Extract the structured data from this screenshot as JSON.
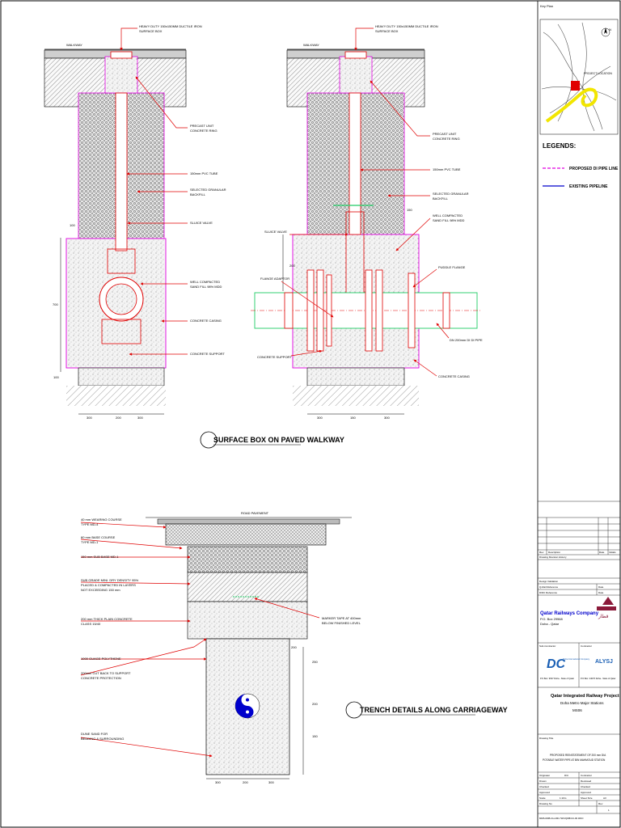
{
  "drawing_a": {
    "walkway": "WALKWAY",
    "surface_box": [
      "HEAVY DUTY 150x150MM DUCTILE IRON",
      "SURFACE BOX"
    ],
    "labels": {
      "precast_ring": [
        "PRECAST UNIT",
        "CONCRETE RING"
      ],
      "pvc_tube": "150mm PVC TUBE",
      "granular_backfill": [
        "SELECTED GRANULAR",
        "BACKFILL"
      ],
      "sluice_valve": "SLUICE VALVE",
      "sand_fill": [
        "WELL COMPACTED",
        "SAND FILL 98% MDD"
      ],
      "concrete_casing": "CONCRETE CASING",
      "concrete_support": "CONCRETE SUPPORT"
    },
    "dims": {
      "top": "100",
      "height": "700",
      "base": "100",
      "widths": [
        "300",
        "200",
        "300"
      ]
    }
  },
  "drawing_b": {
    "walkway": "WALKWAY",
    "surface_box": [
      "HEAVY DUTY 150x150MM DUCTILE IRON",
      "SURFACE BOX"
    ],
    "labels": {
      "precast_ring": [
        "PRECAST UNIT",
        "CONCRETE RING"
      ],
      "pvc_tube": "150mm PVC TUBE",
      "granular_backfill": [
        "SELECTED GRANULAR",
        "BACKFILL"
      ],
      "sand_fill": [
        "WELL COMPACTED",
        "SAND FILL 98% MDD"
      ],
      "sluice_valve": "SLUICE VALVE",
      "flange_adaptor": "FLANGE ADAPTOR",
      "puddle_flange": "PUDDLE FLANGE",
      "pipe": "DN 200mm DI DI PIPE",
      "concrete_support": "CONCRETE SUPPORT",
      "concrete_casing": "CONCRETE CASING"
    },
    "dims": {
      "top": "150",
      "mid": "200",
      "widths": [
        "300",
        "150",
        "300"
      ]
    }
  },
  "title_walkway": "SURFACE BOX ON PAVED WALKWAY",
  "drawing_c": {
    "road_pavement": "ROAD PAVEMENT",
    "labels": {
      "wearing": [
        "40 mm WEARING COURSE",
        "TYPE MD-4"
      ],
      "base_course": [
        "60 mm BASE COURSE",
        "TYPE MD-1"
      ],
      "sub_base": "150 mm SUB BASE MD-1",
      "subgrade": [
        "SUB GRADE MINI. DRY DENSITY 95%",
        "PLACED & COMPACTED IN LAYERS",
        "NOT EXCEEDING 150 mm"
      ],
      "plain_concrete": [
        "200 mm THICK PLAIN CONCRETE",
        "CLASS 15/40"
      ],
      "polythene": "1000 GUAGE POLYTHENE",
      "cut_back": [
        "200mm CUT BACK TO SUPPORT",
        "CONCRETE PROTECTION"
      ],
      "marker_tape": [
        "MARKER TAPE AT 400mm",
        "BELOW FINISHED LEVEL"
      ],
      "dune_sand": [
        "DUNE SAND FOR",
        "BEDDING & SURROUNDING"
      ]
    },
    "dims": {
      "side": "200",
      "v1": "250",
      "v2": "200",
      "v3": "150",
      "widths": [
        "300",
        "200",
        "300"
      ]
    }
  },
  "title_trench": "TRENCH DETAILS ALONG CARRIAGEWAY",
  "title_block": {
    "key_plan": "Key Plan",
    "project_location": "PROJECT LOCATION",
    "north": "N",
    "legends_title": "LEGENDS:",
    "legend_proposed": "PROPOSED DI PIPE LINE",
    "legend_existing": "EXISTING PIPELINE",
    "revision_headers": [
      "Rev",
      "Description",
      "Date",
      "Initials"
    ],
    "revision_history": "Drawing Revision History",
    "design_validation": "Design Validation",
    "qrail_ref": "Q-Rail Reference",
    "dc_ref": "D/DC Reference",
    "date_label": "Date",
    "client_name": "Qatar Railways Company",
    "client_po": "P.O. Box 29968",
    "client_city": "Doha - Qatar",
    "client_logo_text": "قطار",
    "sub_contractor": "Sub-Contractor",
    "contractor": "Contractor",
    "dc_logo": "DC",
    "dc_company": "Doha International Company",
    "dc_address": "P.O.Box: 9637 Doha - State of Qatar",
    "alysj_logo": "ALYSJ",
    "alysj_address": "P.O.Box: 24076 Doha - State of Qatar",
    "project_name": "Qatar Integrated Railway Project",
    "project_sub": "Doha Metro Major Stations",
    "project_code": "MS06",
    "drawing_title_label": "Drawing Title",
    "drawing_title": [
      "PROPOSED REINSTATEMENT OF 200 mm DIA",
      "POTABLE WATER PIPE AT BIN MAHMOUD STATION"
    ],
    "rows": [
      {
        "k": "Originator",
        "v": "D/C",
        "k2": "Contractor",
        "v2": ""
      },
      {
        "k": "Drawn",
        "v": "",
        "k2": "Reviewed",
        "v2": ""
      },
      {
        "k": "Checked",
        "v": "",
        "k2": "Checked",
        "v2": ""
      },
      {
        "k": "Approved",
        "v": "",
        "k2": "Approved",
        "v2": ""
      },
      {
        "k": "Scale",
        "v": "1:10m",
        "k2": "Sheet Size",
        "v2": "A3"
      },
      {
        "k": "Drawing No",
        "v": "",
        "k2": "Rev",
        "v2": "1"
      }
    ],
    "drawing_no": "MMS-DDB-CH-290-YWU/QDB/UU-00.0/DO"
  },
  "colors": {
    "red": "#e00000",
    "magenta": "#e000e0",
    "green": "#22cc66",
    "blue": "#0000cc",
    "yellow": "#f2e600"
  }
}
